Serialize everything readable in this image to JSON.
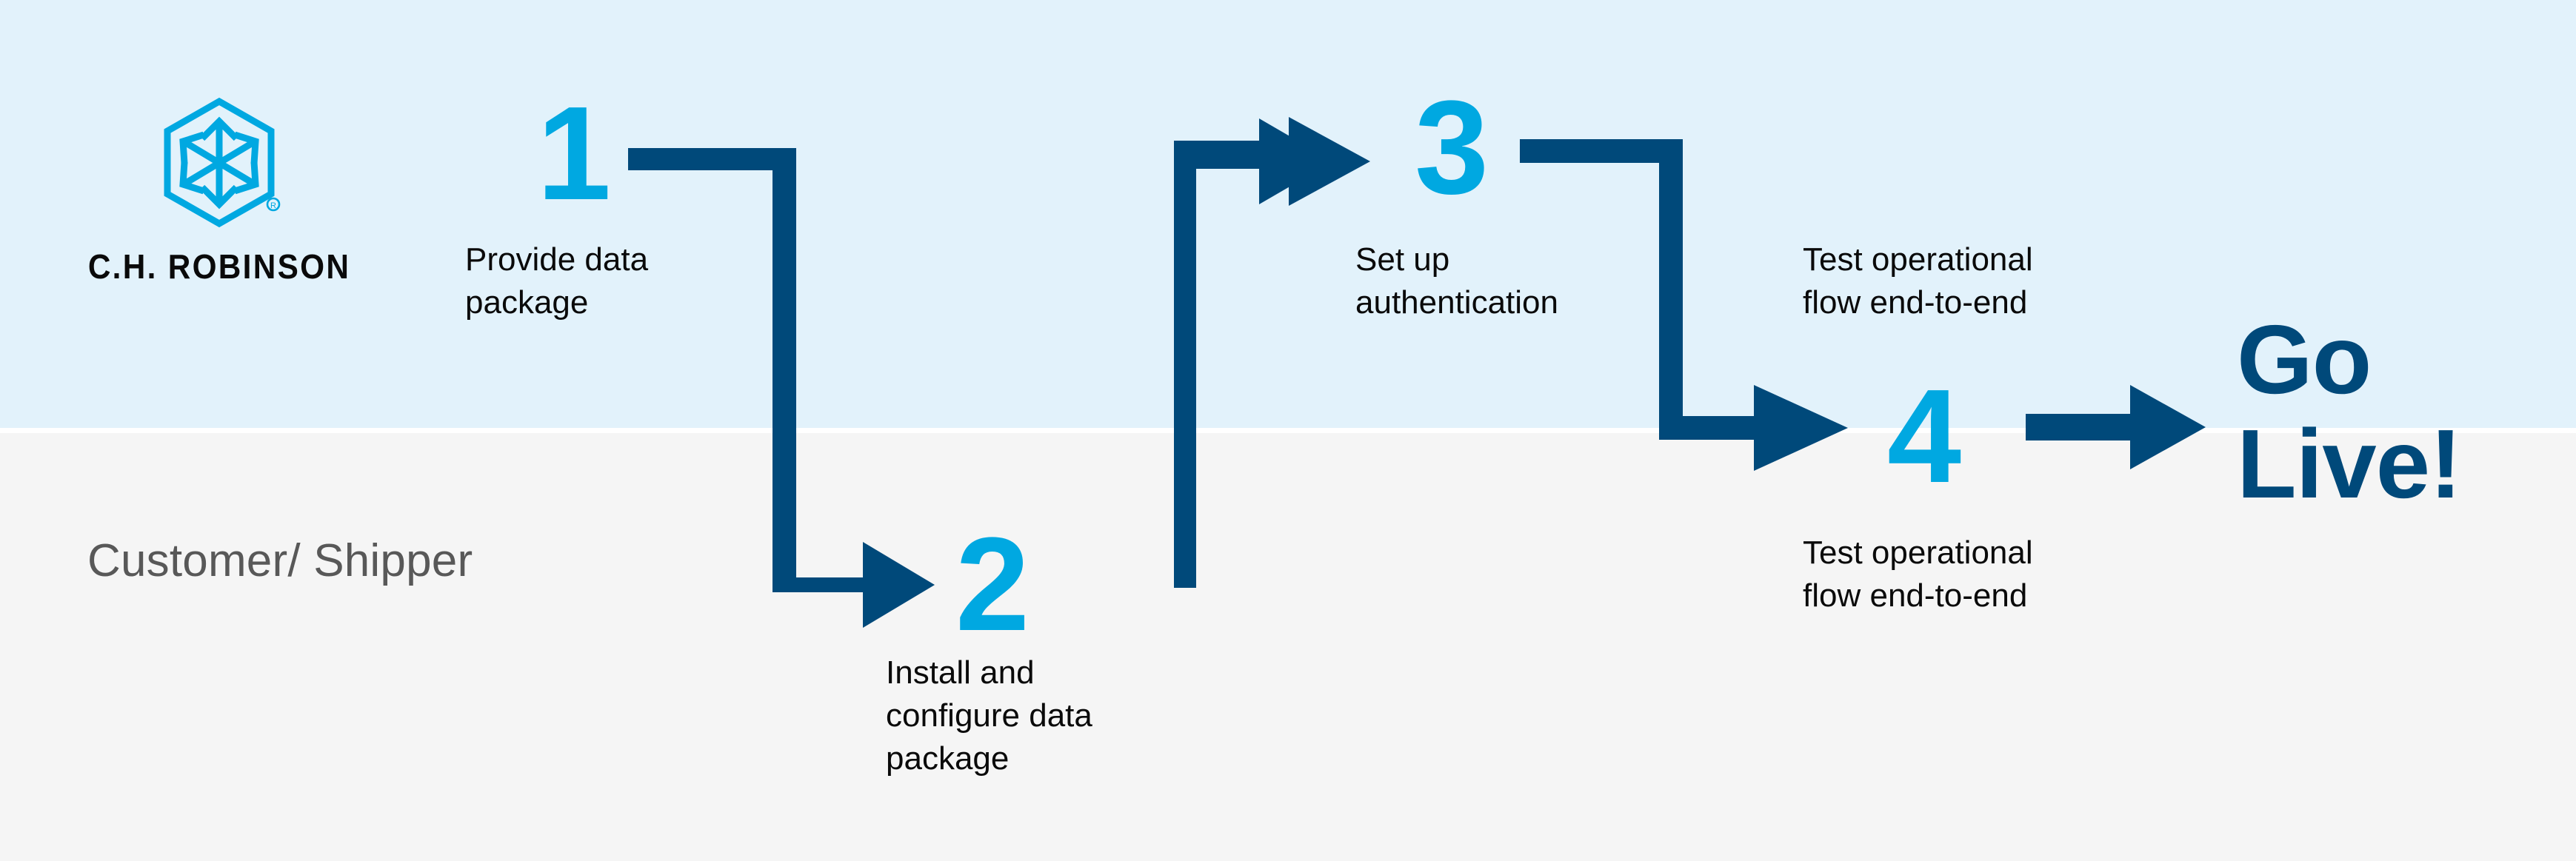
{
  "theme": {
    "band_top_color": "#e2f2fb",
    "band_bottom_color": "#f5f5f5",
    "number_color": "#00a8e1",
    "arrow_color": "#00497a",
    "caption_color": "#0a0a0a",
    "lane_label_color": "#585858",
    "go_live_color": "#00497a",
    "logo_mark_color": "#00a8e1",
    "logo_wordmark_color": "#0a0a0a"
  },
  "brand": {
    "wordmark": "C.H. ROBINSON",
    "mark_icon": "hexagon-arrows-logo-icon",
    "registered_mark": "®"
  },
  "lanes": [
    {
      "id": "ch-robinson",
      "label": ""
    },
    {
      "id": "customer-shipper",
      "label": "Customer/\nShipper"
    }
  ],
  "steps": [
    {
      "number": "1",
      "caption": "Provide data\npackage",
      "lane": "ch-robinson"
    },
    {
      "number": "2",
      "caption": "Install and\nconfigure data\npackage",
      "lane": "customer-shipper"
    },
    {
      "number": "3",
      "caption": "Set up\nauthentication",
      "lane": "ch-robinson"
    },
    {
      "number": "4",
      "caption": "Test operational\nflow end-to-end",
      "lane": "customer-shipper"
    }
  ],
  "extra_labels": [
    {
      "id": "test-operational-top",
      "text": "Test operational\nflow end-to-end"
    }
  ],
  "outcome": {
    "label": "Go\nLive!"
  },
  "connectors": [
    {
      "id": "arrow-1-to-2",
      "from": "1",
      "to": "2",
      "shape": "down-elbow"
    },
    {
      "id": "arrow-2-to-3",
      "from": "2",
      "to": "3",
      "shape": "up-elbow"
    },
    {
      "id": "arrow-3-to-4",
      "from": "3",
      "to": "4",
      "shape": "down-elbow"
    },
    {
      "id": "arrow-4-to-go-live",
      "from": "4",
      "to": "go-live",
      "shape": "straight"
    }
  ]
}
